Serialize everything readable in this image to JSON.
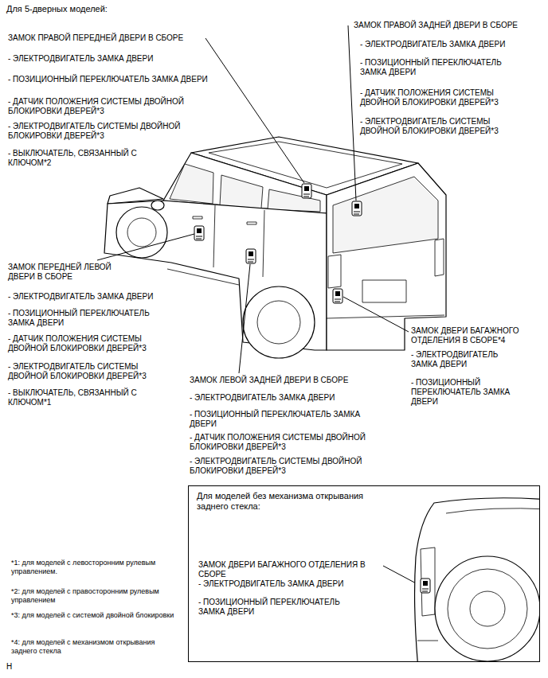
{
  "diagram": {
    "title": "Для 5-дверных моделей:",
    "nodes": [
      {
        "text": [
          "Для моделей без механизма открывания заднего стекла:",
          "ЗАМОК ДВЕРИ БАГАЖНОГО ОТДЕЛЕНИЯ В СБОРЕ",
          "- ЭЛЕКТРОДВИГАТЕЛЬ ЗАМКА ДВЕРИ",
          "- ПОЗИЦИОННЫЙ ПЕРЕКЛЮЧАТЕЛЬ ЗАМКА ДВЕРИ"
        ]
      }
    ],
    "labels": [
      "ЗАМОК ПРАВОЙ ПЕРЕДНЕЙ ДВЕРИ В СБОРЕ",
      "- ЭЛЕКТРОДВИГАТЕЛЬ ЗАМКА ДВЕРИ",
      "- ПОЗИЦИОННЫЙ ПЕРЕКЛЮЧАТЕЛЬ ЗАМКА ДВЕРИ",
      "- ДАТЧИК ПОЛОЖЕНИЯ СИСТЕМЫ ДВОЙНОЙ БЛОКИРОВКИ ДВЕРЕЙ*3",
      "- ЭЛЕКТРОДВИГАТЕЛЬ СИСТЕМЫ ДВОЙНОЙ БЛОКИРОВКИ ДВЕРЕЙ*3",
      "- ВЫКЛЮЧАТЕЛЬ, СВЯЗАННЫЙ С КЛЮЧОМ*2",
      "ЗАМОК ПРАВОЙ ЗАДНЕЙ ДВЕРИ В СБОРЕ",
      "- ЭЛЕКТРОДВИГАТЕЛЬ ЗАМКА ДВЕРИ",
      "- ПОЗИЦИОННЫЙ ПЕРЕКЛЮЧАТЕЛЬ ЗАМКА ДВЕРИ",
      "- ДАТЧИК ПОЛОЖЕНИЯ СИСТЕМЫ ДВОЙНОЙ БЛОКИРОВКИ ДВЕРЕЙ*3",
      "- ЭЛЕКТРОДВИГАТЕЛЬ СИСТЕМЫ ДВОЙНОЙ БЛОКИРОВКИ ДВЕРЕЙ*3",
      "ЗАМОК ПЕРЕДНЕЙ ЛЕВОЙ ДВЕРИ В СБОРЕ",
      "- ЭЛЕКТРОДВИГАТЕЛЬ ЗАМКА ДВЕРИ",
      "- ПОЗИЦИОННЫЙ ПЕРЕКЛЮЧАТЕЛЬ ЗАМКА ДВЕРИ",
      "- ДАТЧИК ПОЛОЖЕНИЯ СИСТЕМЫ ДВОЙНОЙ БЛОКИРОВКИ ДВЕРЕЙ*3",
      "- ЭЛЕКТРОДВИГАТЕЛЬ СИСТЕМЫ ДВОЙНОЙ БЛОКИРОВКИ ДВЕРЕЙ*3",
      "- ВЫКЛЮЧАТЕЛЬ, СВЯЗАННЫЙ С КЛЮЧОМ*1",
      "ЗАМОК ЛЕВОЙ ЗАДНЕЙ ДВЕРИ В СБОРЕ",
      "- ЭЛЕКТРОДВИГАТЕЛЬ ЗАМКА ДВЕРИ",
      "- ПОЗИЦИОННЫЙ ПЕРЕКЛЮЧАТЕЛЬ ЗАМКА ДВЕРИ",
      "- ДАТЧИК ПОЛОЖЕНИЯ СИСТЕМЫ ДВОЙНОЙ БЛОКИРОВКИ ДВЕРЕЙ*3",
      "- ЭЛЕКТРОДВИГАТЕЛЬ СИСТЕМЫ ДВОЙНОЙ БЛОКИРОВКИ ДВЕРЕЙ*3",
      "ЗАМОК ДВЕРИ БАГАЖНОГО ОТДЕЛЕНИЯ В СБОРЕ*4",
      "- ЭЛЕКТРОДВИГАТЕЛЬ ЗАМКА ДВЕРИ",
      "- ПОЗИЦИОННЫЙ ПЕРЕКЛЮЧАТЕЛЬ ЗАМКА ДВЕРИ",
      "*1: для моделей с левосторонним рулевым управлением.",
      "*2: для моделей с правосторонним рулевым управлением",
      "*3: для моделей с системой двойной блокировки",
      "*4: для моделей с механизмом открывания заднего стекла",
      "H"
    ]
  }
}
